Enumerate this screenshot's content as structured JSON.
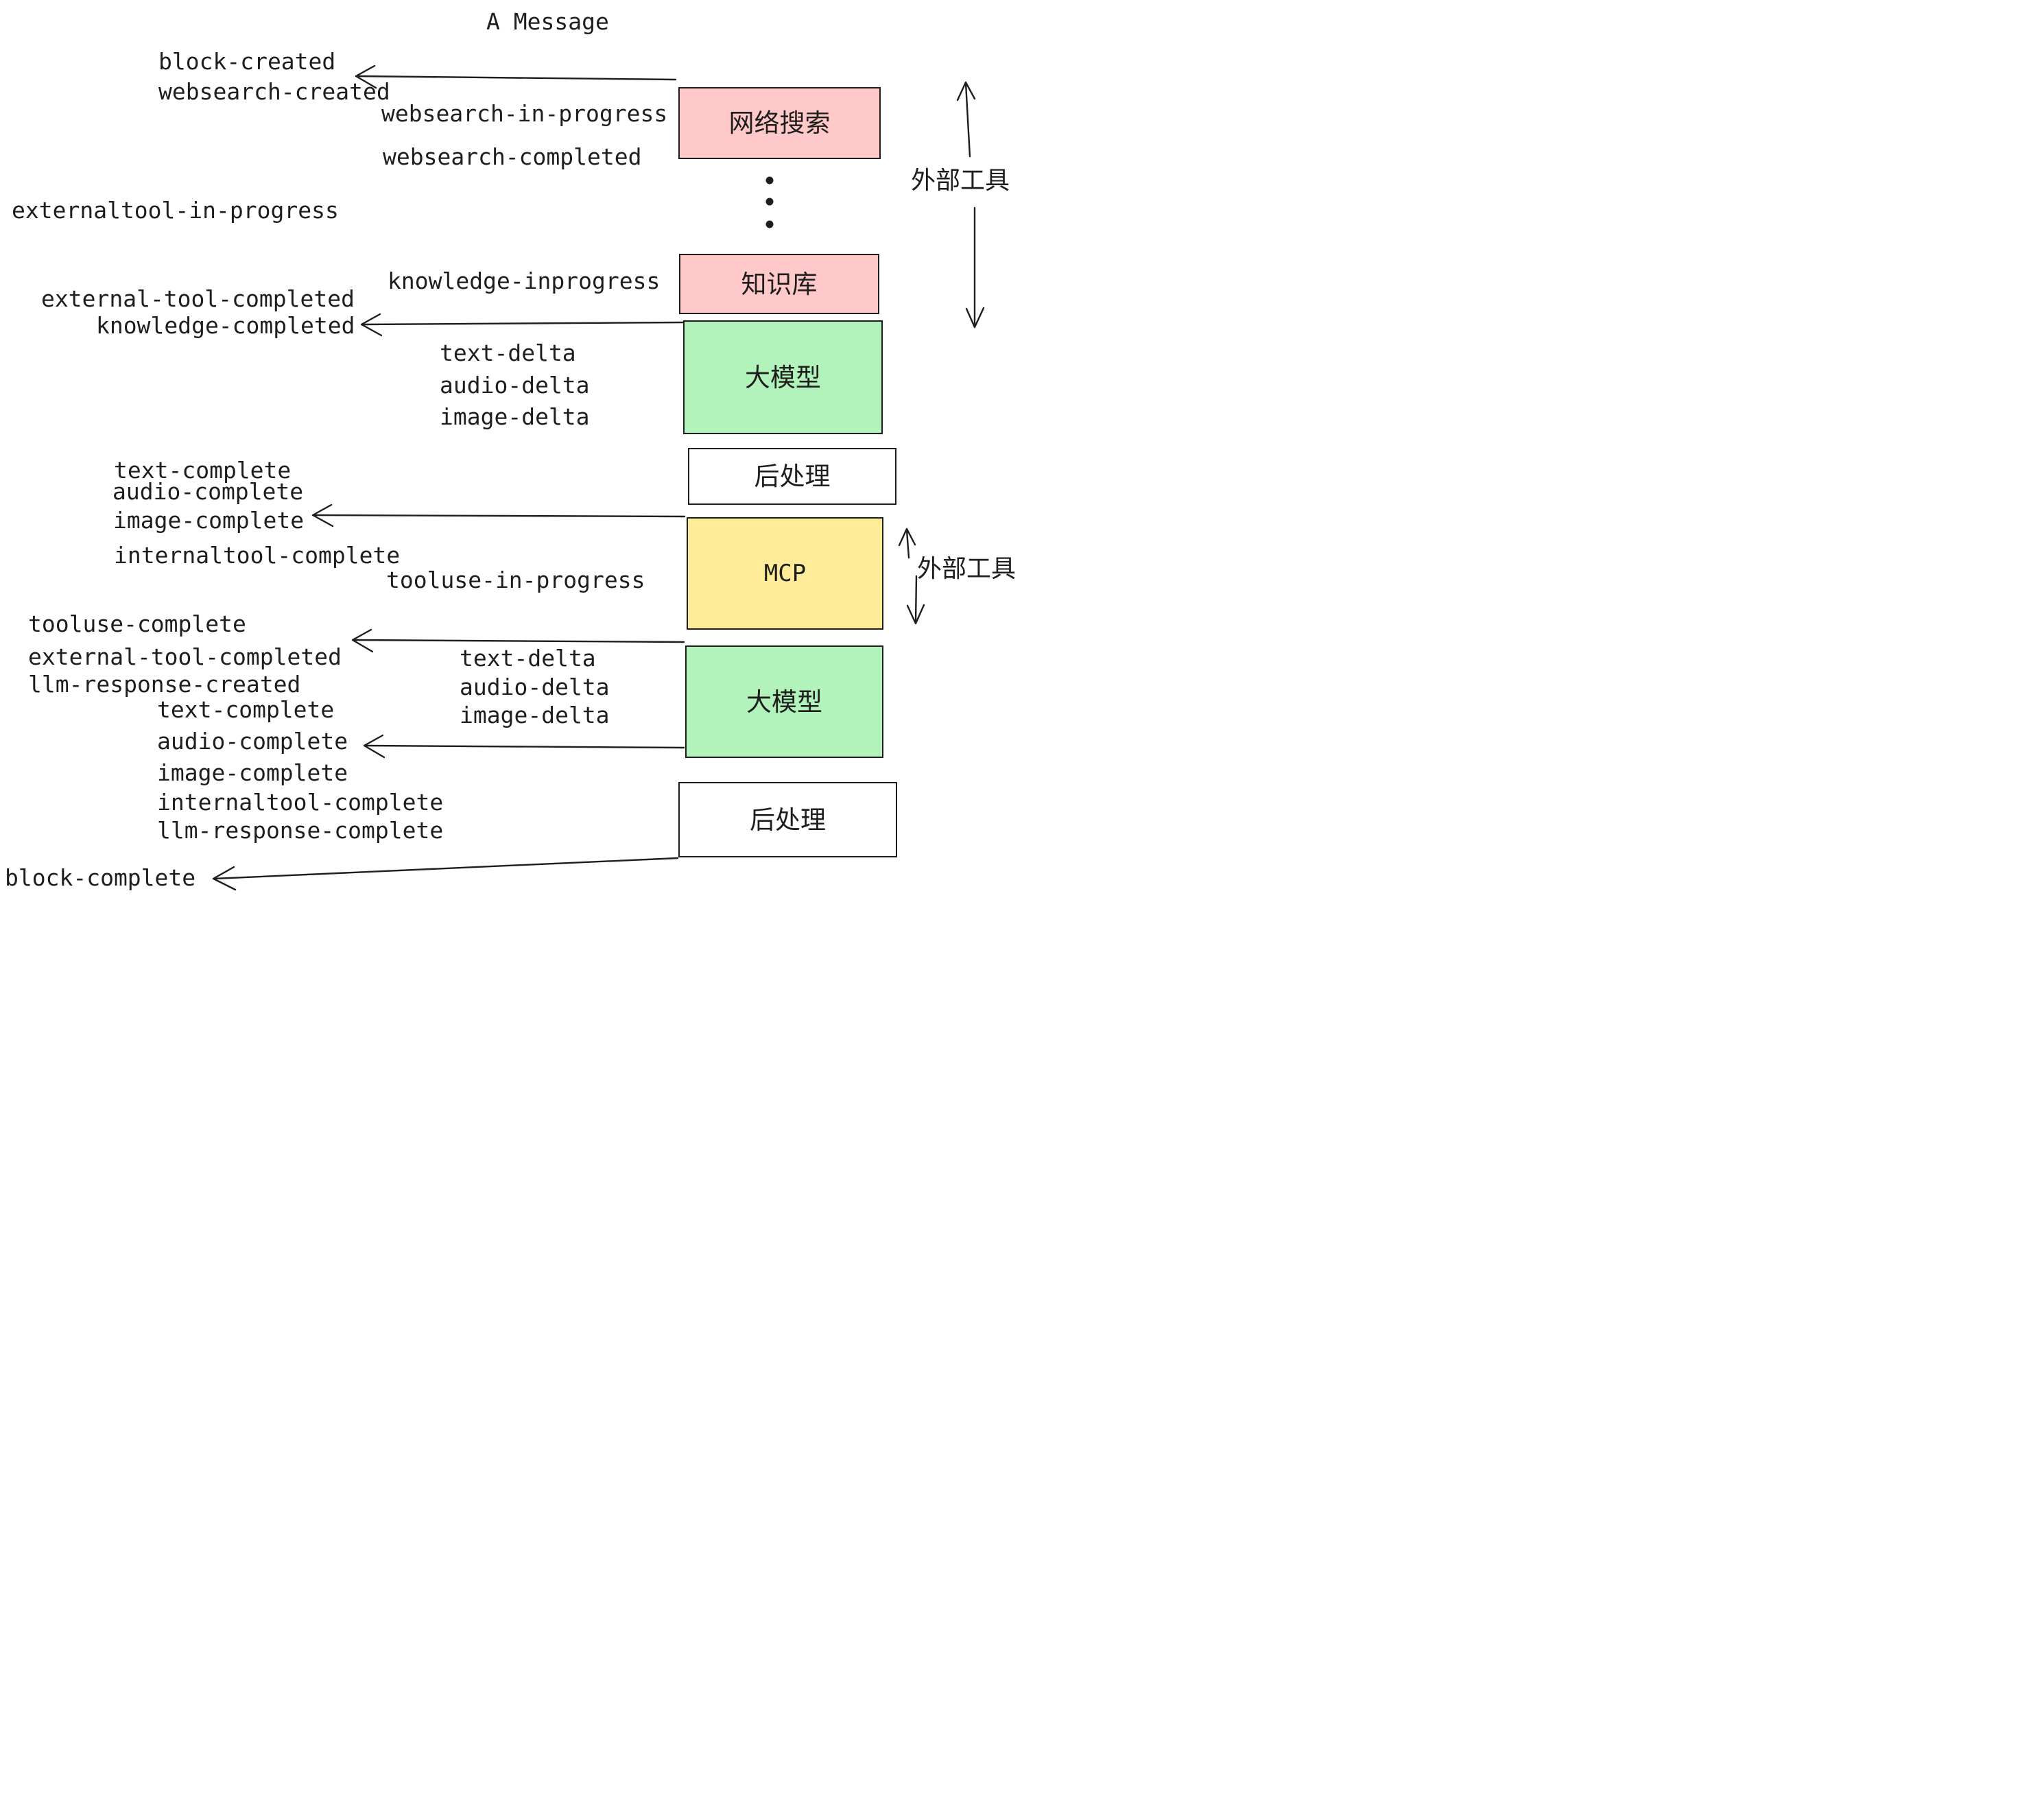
{
  "title": "A Message",
  "colors": {
    "pink": "#ffc9c9",
    "green": "#b2f2bb",
    "yellow": "#ffec99",
    "white": "#ffffff",
    "ink": "#1e1e1e"
  },
  "boxes": [
    {
      "id": "websearch",
      "label": "网络搜索",
      "color": "#ffc9c9"
    },
    {
      "id": "knowledge",
      "label": "知识库",
      "color": "#ffc9c9"
    },
    {
      "id": "llm-1",
      "label": "大模型",
      "color": "#b2f2bb"
    },
    {
      "id": "post-1",
      "label": "后处理",
      "color": "#ffffff"
    },
    {
      "id": "mcp",
      "label": "MCP",
      "color": "#ffec99"
    },
    {
      "id": "llm-2",
      "label": "大模型",
      "color": "#b2f2bb"
    },
    {
      "id": "post-2",
      "label": "后处理",
      "color": "#ffffff"
    }
  ],
  "side_labels": {
    "top": "外部工具",
    "mcp": "外部工具"
  },
  "events": [
    "block-created",
    "websearch-created",
    "websearch-in-progress",
    "websearch-completed",
    "externaltool-in-progress",
    "knowledge-inprogress",
    "external-tool-completed",
    "knowledge-completed",
    "text-delta",
    "audio-delta",
    "image-delta",
    "text-complete",
    "audio-complete",
    "image-complete",
    "internaltool-complete",
    "tooluse-in-progress",
    "tooluse-complete",
    "external-tool-completed",
    "llm-response-created",
    "text-complete",
    "audio-complete",
    "image-complete",
    "internaltool-complete",
    "llm-response-complete",
    "block-complete",
    "text-delta",
    "audio-delta",
    "image-delta"
  ]
}
